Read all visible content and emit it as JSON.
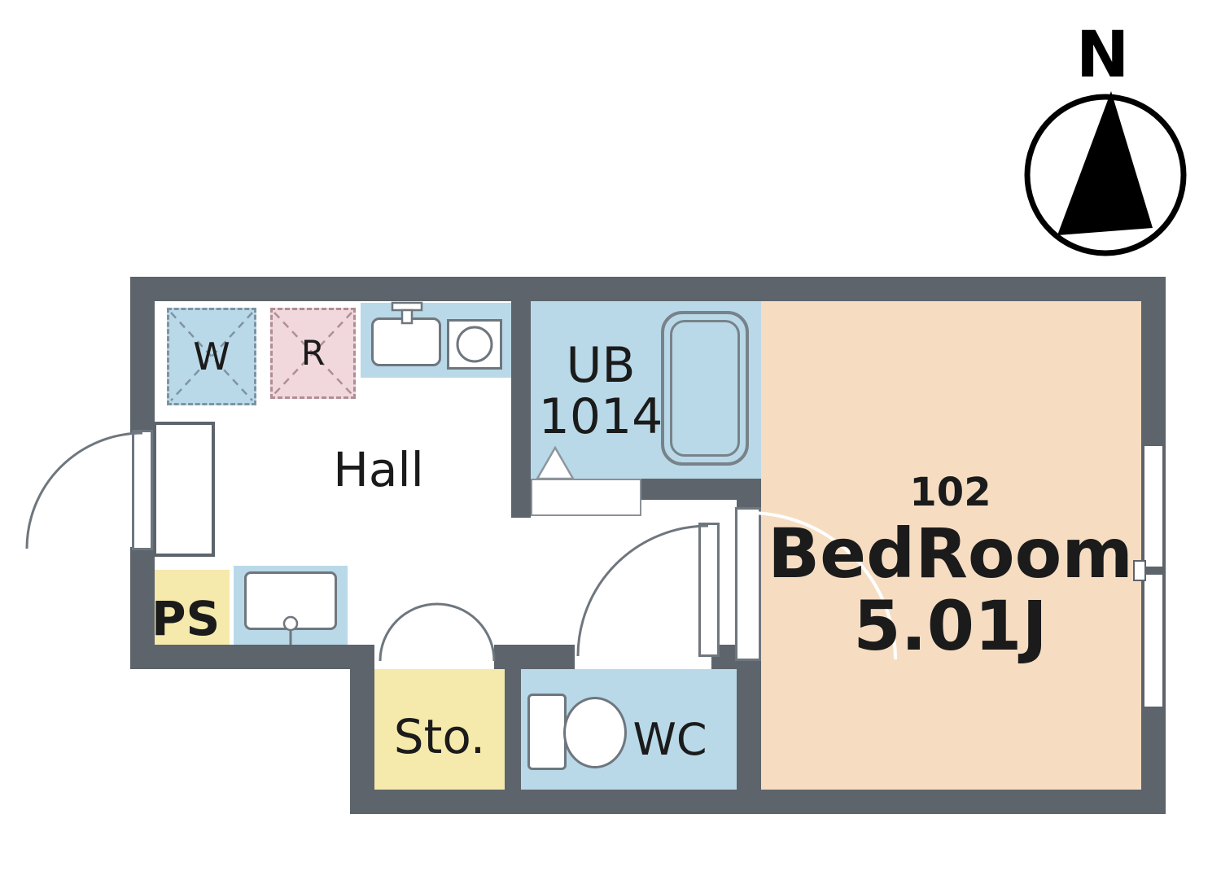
{
  "compass": {
    "label": "N"
  },
  "rooms": {
    "washer": {
      "label": "W"
    },
    "refrigerator": {
      "label": "R"
    },
    "hall": {
      "label": "Hall"
    },
    "unit_bath": {
      "line1": "UB",
      "line2": "1014"
    },
    "bedroom": {
      "number": "102",
      "name": "BedRoom",
      "size": "5.01J"
    },
    "pipe_space": {
      "label": "PS"
    },
    "storage": {
      "label": "Sto."
    },
    "toilet": {
      "label": "WC"
    }
  },
  "colors": {
    "wall": "#5d646b",
    "water_area_blue": "#b9d9e8",
    "bedroom_beige": "#f6ddc2",
    "storage_yellow": "#f5e9ac",
    "refrigerator_pink": "#f0d8dc",
    "background": "#ffffff",
    "text": "#1b1b1b",
    "compass": "#000000"
  }
}
